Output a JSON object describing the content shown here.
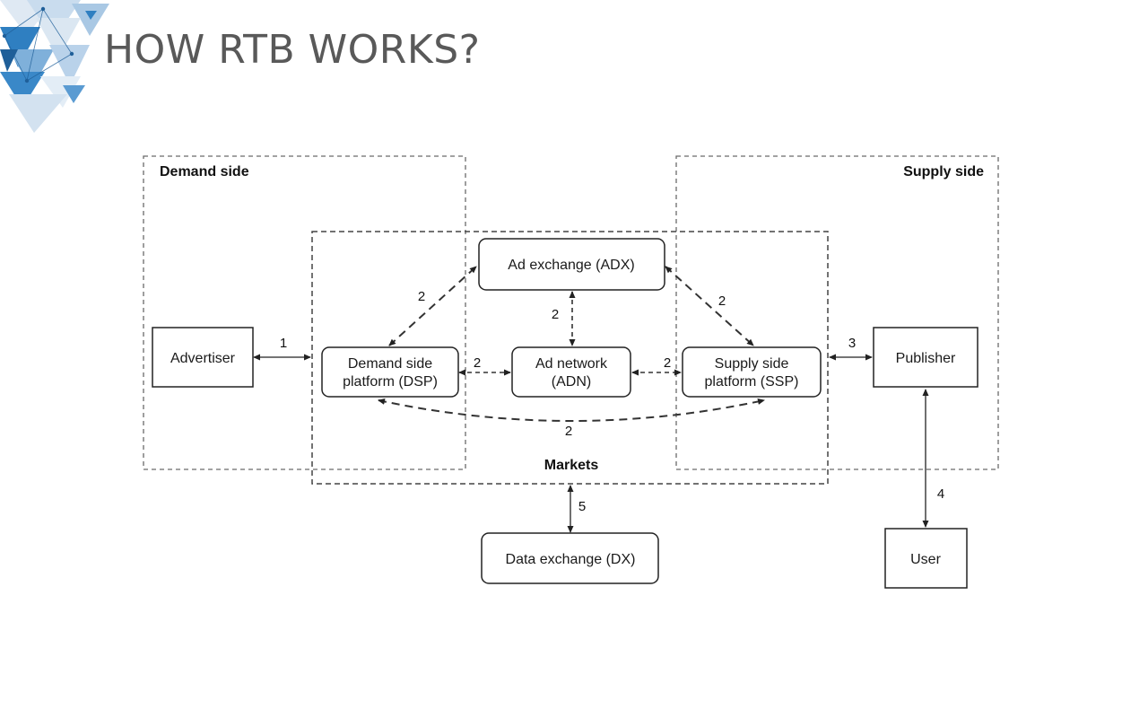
{
  "slide": {
    "title": "HOW RTB WORKS?"
  },
  "zones": {
    "demand": "Demand side",
    "supply": "Supply side",
    "markets": "Markets"
  },
  "nodes": {
    "advertiser": "Advertiser",
    "dsp_line1": "Demand side",
    "dsp_line2": "platform (DSP)",
    "adx": "Ad exchange (ADX)",
    "adn_line1": "Ad network",
    "adn_line2": "(ADN)",
    "ssp_line1": "Supply side",
    "ssp_line2": "platform (SSP)",
    "publisher": "Publisher",
    "dx": "Data exchange (DX)",
    "user": "User"
  },
  "edges": {
    "advertiser_dsp": "1",
    "dsp_adx": "2",
    "adx_adn": "2",
    "adx_ssp": "2",
    "dsp_adn": "2",
    "adn_ssp": "2",
    "dsp_ssp": "2",
    "ssp_publisher": "3",
    "publisher_user": "4",
    "markets_dx": "5"
  },
  "colors": {
    "title": "#595959",
    "decor_blue": "#2f7fc1",
    "decor_light": "#c9dcee"
  }
}
